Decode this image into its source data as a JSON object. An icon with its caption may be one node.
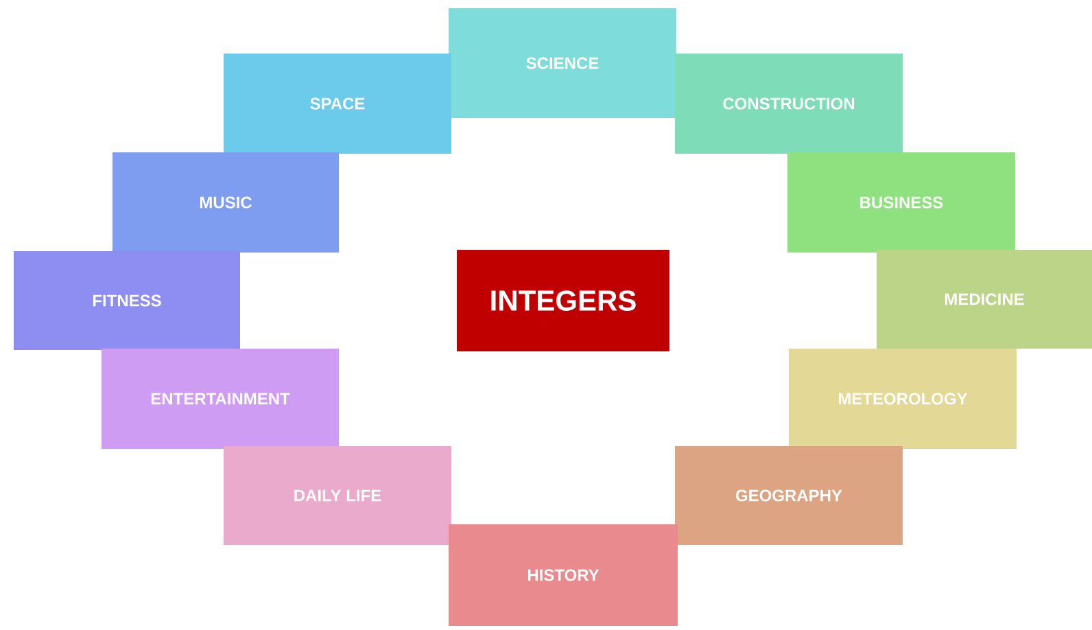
{
  "diagram": {
    "nodes": [
      {
        "text": [
          "SCIENCE"
        ]
      },
      {
        "text": [
          "SPACE"
        ]
      },
      {
        "text": [
          "CONSTRUCTION"
        ]
      },
      {
        "text": [
          "MUSIC"
        ]
      },
      {
        "text": [
          "BUSINESS"
        ]
      },
      {
        "text": [
          "FITNESS"
        ]
      },
      {
        "text": [
          "INTEGERS"
        ]
      },
      {
        "text": [
          "MEDICINE"
        ]
      },
      {
        "text": [
          "ENTERTAINMENT"
        ]
      },
      {
        "text": [
          "METEOROLOGY"
        ]
      },
      {
        "text": [
          "DAILY LIFE"
        ]
      },
      {
        "text": [
          "GEOGRAPHY"
        ]
      },
      {
        "text": [
          "HISTORY"
        ]
      }
    ]
  }
}
